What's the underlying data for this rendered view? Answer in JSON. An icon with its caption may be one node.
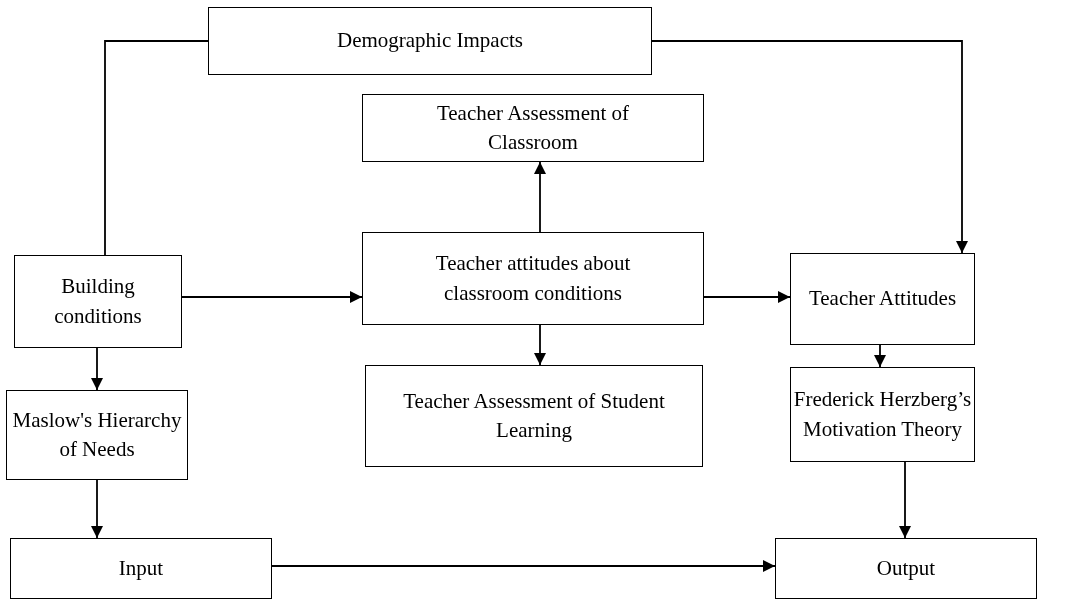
{
  "diagram": {
    "nodes": [
      {
        "text": [
          "Demographic Impacts"
        ]
      },
      {
        "text": [
          "Teacher Assessment of Classroom"
        ]
      },
      {
        "text": [
          "Building conditions"
        ]
      },
      {
        "text": [
          "Teacher attitudes about classroom conditions"
        ]
      },
      {
        "text": [
          "Teacher Attitudes"
        ]
      },
      {
        "text": [
          "Maslow's Hierarchy of Needs"
        ]
      },
      {
        "text": [
          "Teacher Assessment of Student Learning"
        ]
      },
      {
        "text": [
          "Frederick Herzberg’s Motivation Theory"
        ]
      },
      {
        "text": [
          "Input"
        ]
      },
      {
        "text": [
          "Output"
        ]
      }
    ],
    "edges": [
      {
        "from": 2,
        "to": 0,
        "arrow": "none"
      },
      {
        "from": 0,
        "to": 4,
        "arrow": "to"
      },
      {
        "from": 2,
        "to": 3,
        "arrow": "to"
      },
      {
        "from": 3,
        "to": 1,
        "arrow": "to"
      },
      {
        "from": 3,
        "to": 4,
        "arrow": "to"
      },
      {
        "from": 3,
        "to": 6,
        "arrow": "to"
      },
      {
        "from": 2,
        "to": 5,
        "arrow": "to"
      },
      {
        "from": 4,
        "to": 7,
        "arrow": "to"
      },
      {
        "from": 5,
        "to": 8,
        "arrow": "to"
      },
      {
        "from": 7,
        "to": 9,
        "arrow": "to"
      },
      {
        "from": 8,
        "to": 9,
        "arrow": "to"
      }
    ]
  }
}
